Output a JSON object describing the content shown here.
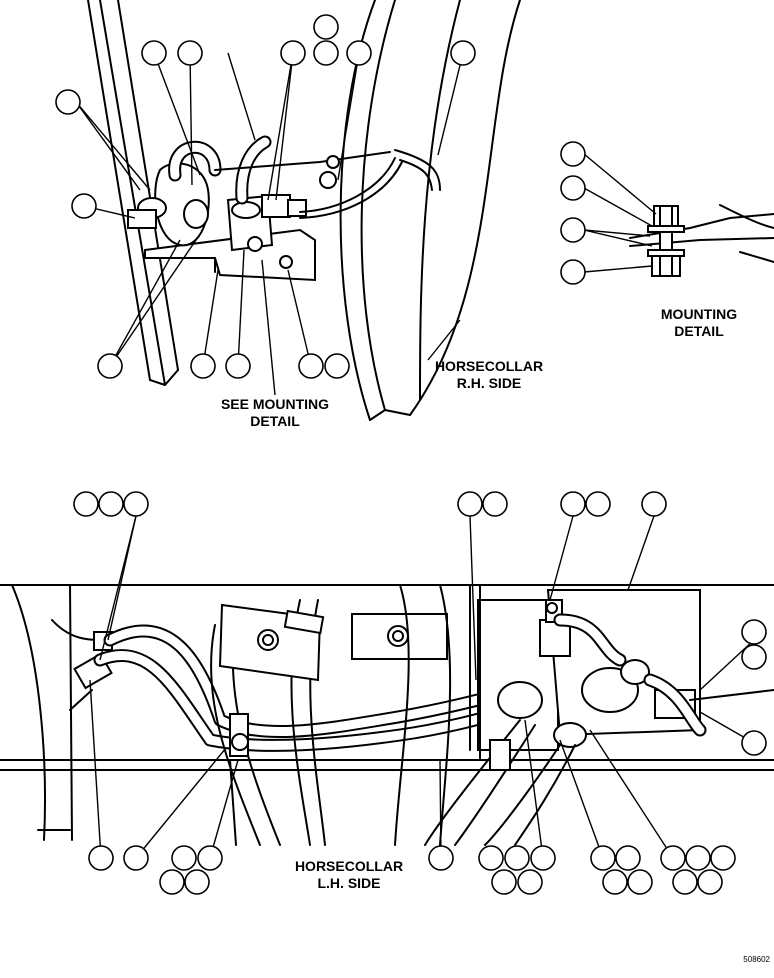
{
  "labels": {
    "rh_side": [
      "HORSECOLLAR",
      "R.H. SIDE"
    ],
    "see_mounting": [
      "SEE MOUNTING",
      "DETAIL"
    ],
    "mounting_detail": [
      "MOUNTING",
      "DETAIL"
    ],
    "lh_side": [
      "HORSECOLLAR",
      "L.H. SIDE"
    ]
  },
  "drawing_number": "508602"
}
